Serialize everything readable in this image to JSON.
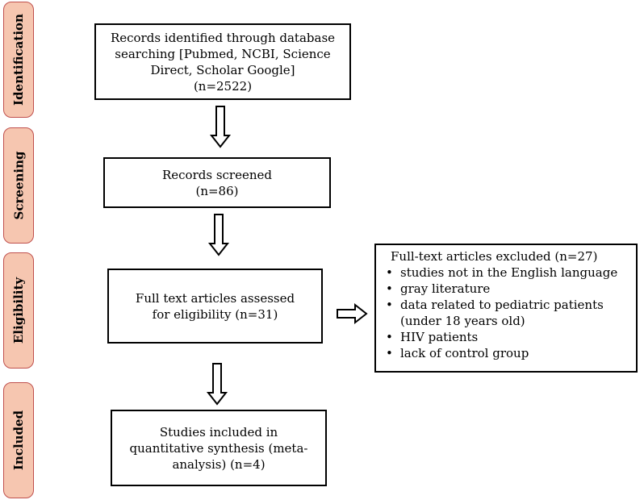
{
  "stage_colors": {
    "fill": "#f6c6b0",
    "border": "#c0504d"
  },
  "stages": [
    {
      "id": "identification",
      "label": "Identification"
    },
    {
      "id": "screening",
      "label": "Screening"
    },
    {
      "id": "eligibility",
      "label": "Eligibility"
    },
    {
      "id": "included",
      "label": "Included"
    }
  ],
  "boxes": {
    "identified": "Records identified through database\nsearching [Pubmed,  NCBI, Science\nDirect, Scholar Google]\n(n=2522)",
    "screened": "Records screened\n(n=86)",
    "assessed": "Full text articles assessed\nfor eligibility (n=31)",
    "included": "Studies included in\nquantitative synthesis (meta-\nanalysis) (n=4)"
  },
  "exclusion": {
    "title": "Full-text articles excluded  (n=27)",
    "items": [
      "studies not in the English language",
      "gray literature",
      "data related to pediatric patients\n(under  18 years old)",
      "HIV patients",
      "lack of control group"
    ]
  }
}
